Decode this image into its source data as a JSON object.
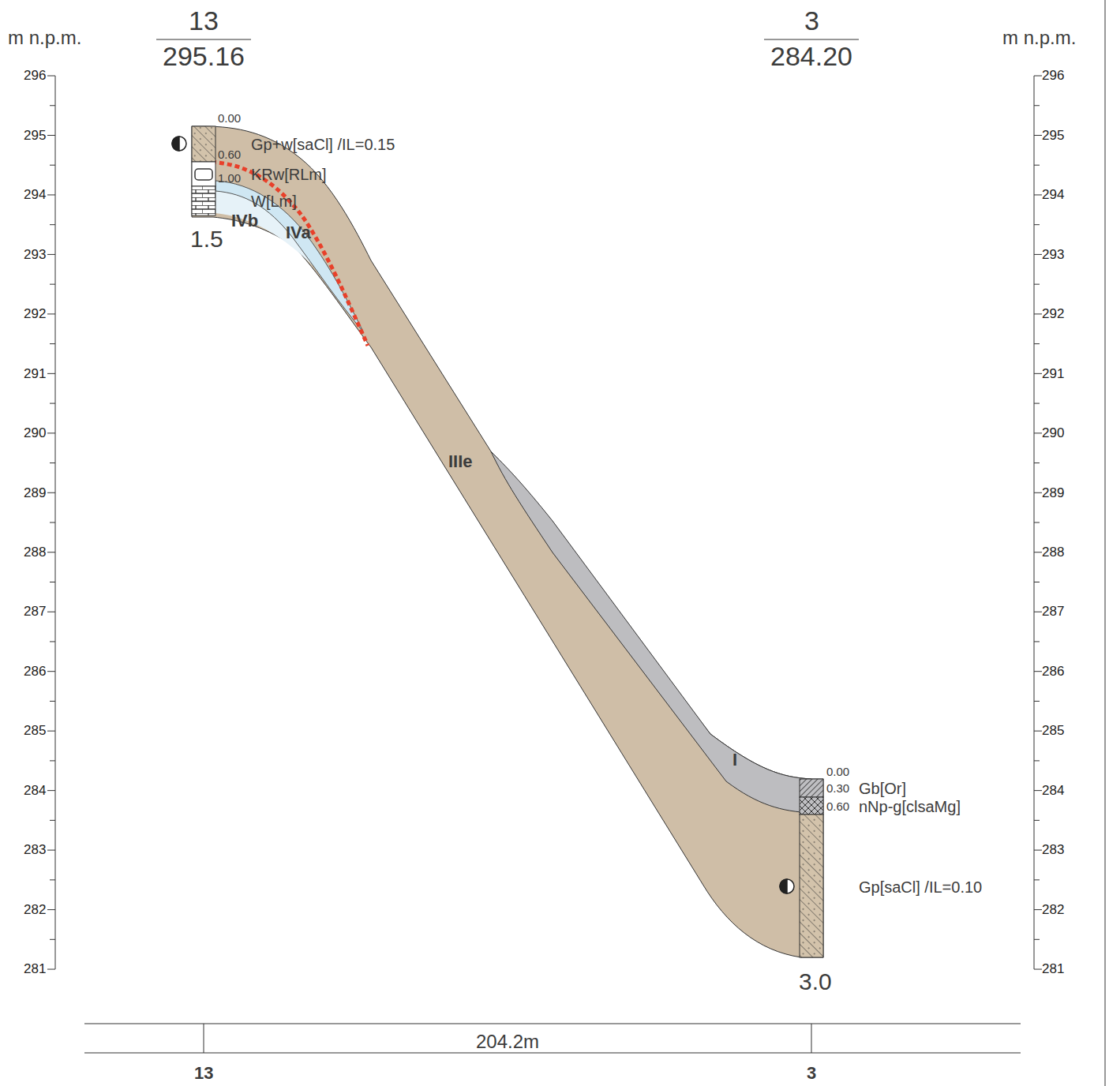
{
  "diagram": {
    "labels": [
      "m n.p.m.",
      "m n.p.m.",
      "13",
      "295.16",
      "3",
      "284.20",
      "296",
      "295",
      "294",
      "293",
      "292",
      "291",
      "290",
      "289",
      "288",
      "287",
      "286",
      "285",
      "284",
      "283",
      "282",
      "281",
      "296",
      "295",
      "294",
      "293",
      "292",
      "291",
      "290",
      "289",
      "288",
      "287",
      "286",
      "285",
      "284",
      "283",
      "282",
      "281",
      "0.00",
      "0.60",
      "1.00",
      "Gp+w[saCl] /IL=0.15",
      "KRw[RLm]",
      "W[Lm]",
      "IVb",
      "IVa",
      "1.5",
      "IIIe",
      "I",
      "0.00",
      "0.30",
      "0.60",
      "Gb[Or]",
      "nNp-g[clsaMg]",
      "Gp[saCl] /IL=0.10",
      "3.0",
      "204.2m",
      "13",
      "3"
    ]
  }
}
